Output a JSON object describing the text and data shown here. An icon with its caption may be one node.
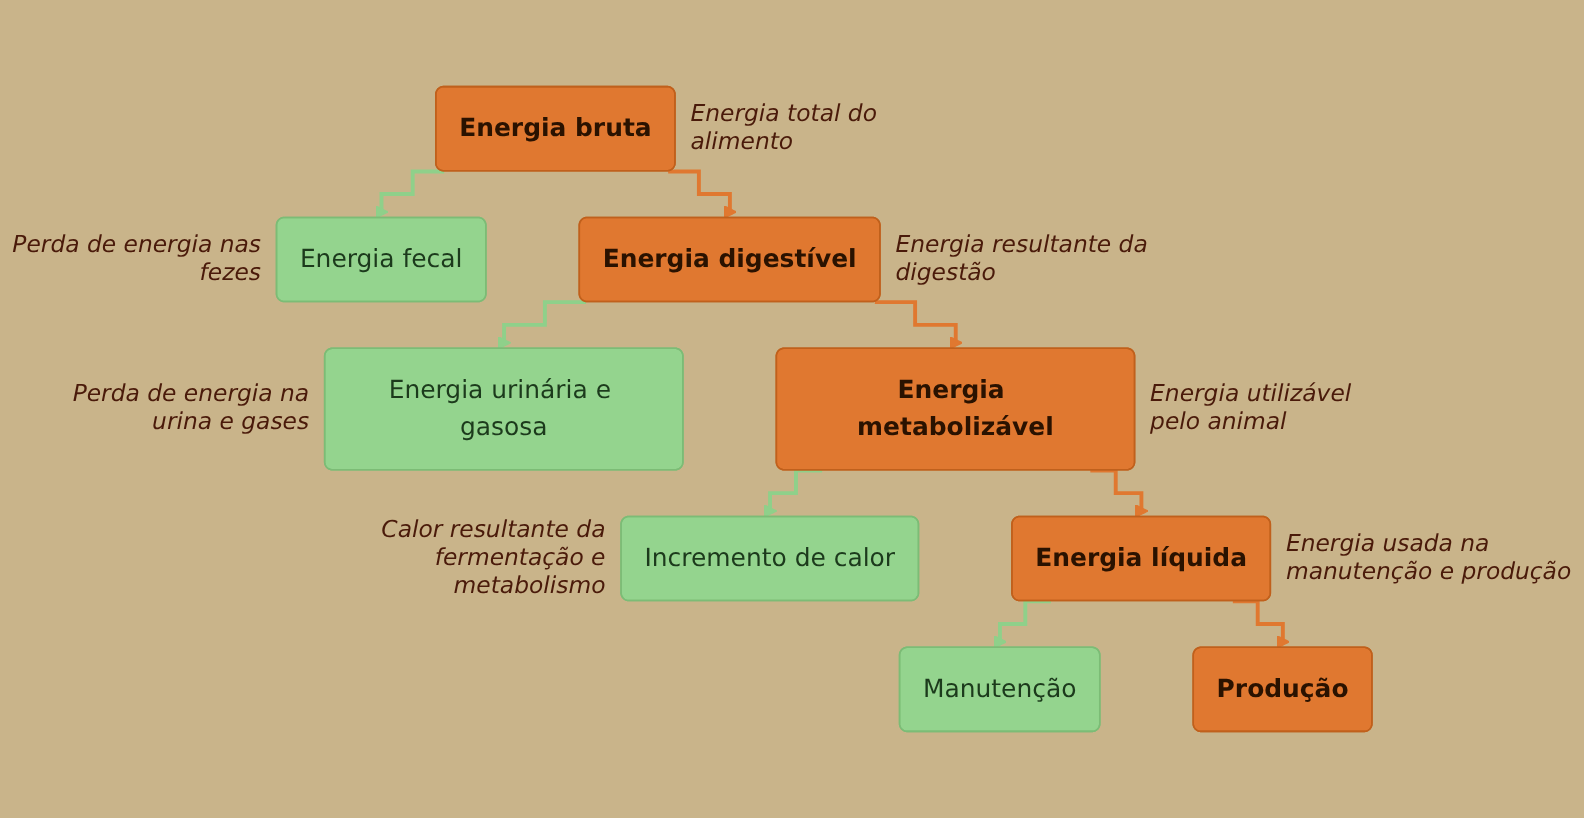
{
  "diagram": {
    "nodes": [
      {
        "text": [
          "Energia bruta"
        ],
        "beside": [
          "Energia total do alimento"
        ]
      },
      {
        "text": [
          "Energia fecal"
        ],
        "beside": [
          "Perda de energia nas fezes"
        ]
      },
      {
        "text": [
          "Energia digestível"
        ],
        "beside": [
          "Energia resultante da digestão"
        ]
      },
      {
        "text": [
          "Energia urinária e gasosa"
        ],
        "beside": [
          "Perda de energia na urina e gases"
        ]
      },
      {
        "text": [
          "Energia metabolizável"
        ],
        "beside": [
          "Energia utilizável pelo animal"
        ]
      },
      {
        "text": [
          "Incremento de calor"
        ],
        "beside": [
          "Calor resultante da fermentação e metabolismo"
        ]
      },
      {
        "text": [
          "Energia líquida"
        ],
        "beside": [
          "Energia usada na manutenção e produção"
        ]
      },
      {
        "text": [
          "Manutenção"
        ]
      },
      {
        "text": [
          "Produção"
        ]
      }
    ],
    "edges": [
      {
        "from": 0,
        "to": 1,
        "arrow": "to",
        "color": "#8fd08a"
      },
      {
        "from": 0,
        "to": 2,
        "arrow": "to",
        "color": "#e07830"
      },
      {
        "from": 2,
        "to": 3,
        "arrow": "to",
        "color": "#8fd08a"
      },
      {
        "from": 2,
        "to": 4,
        "arrow": "to",
        "color": "#e07830"
      },
      {
        "from": 4,
        "to": 5,
        "arrow": "to",
        "color": "#8fd08a"
      },
      {
        "from": 4,
        "to": 6,
        "arrow": "to",
        "color": "#e07830"
      },
      {
        "from": 6,
        "to": 7,
        "arrow": "to",
        "color": "#8fd08a"
      },
      {
        "from": 6,
        "to": 8,
        "arrow": "to",
        "color": "#e07830"
      }
    ]
  }
}
